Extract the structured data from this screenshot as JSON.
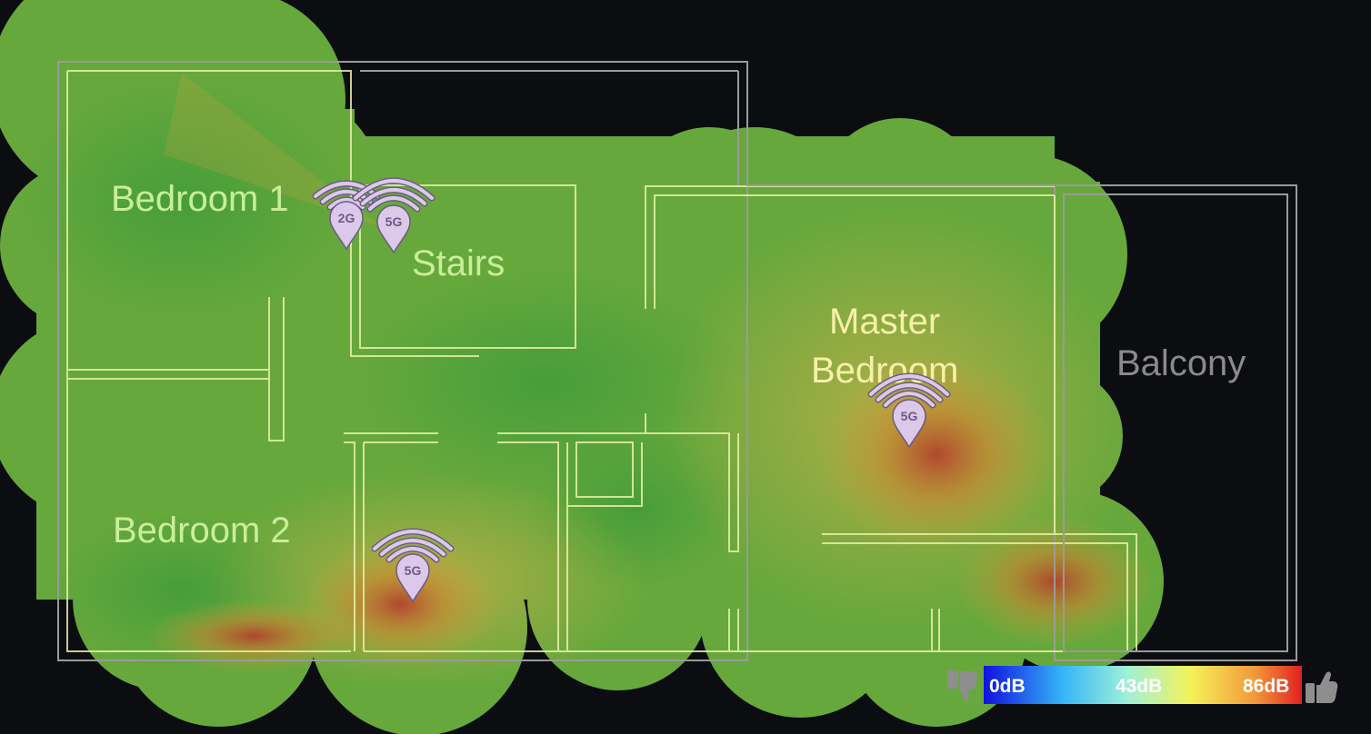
{
  "rooms": {
    "bedroom1": "Bedroom 1",
    "stairs": "Stairs",
    "master_bedroom_line1": "Master",
    "master_bedroom_line2": "Bedroom",
    "balcony": "Balcony",
    "bedroom2": "Bedroom 2"
  },
  "access_points": [
    {
      "band": "2G"
    },
    {
      "band": "5G"
    },
    {
      "band": "5G"
    },
    {
      "band": "5G"
    }
  ],
  "legend": {
    "min_label": "0dB",
    "mid_label": "43dB",
    "max_label": "86dB",
    "low_icon": "thumbs-down-icon",
    "high_icon": "thumbs-up-icon",
    "gradient_colors": [
      "#1010e0",
      "#35b6f7",
      "#9ff0d8",
      "#f4f25a",
      "#f39a3a",
      "#e02020"
    ]
  },
  "colors": {
    "background": "#0b0d11",
    "coverage_base": "#67a83c",
    "coverage_strong": "#4a9e3a",
    "hot_spot": "#b2412e",
    "wall_lit": "#e8f0a8",
    "wall_dim": "#8a8a8a",
    "label_green": "#c9ee9a",
    "label_yellow": "#f7f0a8",
    "label_dim": "#8a8a8a",
    "pin_fill": "#dcc9ea"
  }
}
